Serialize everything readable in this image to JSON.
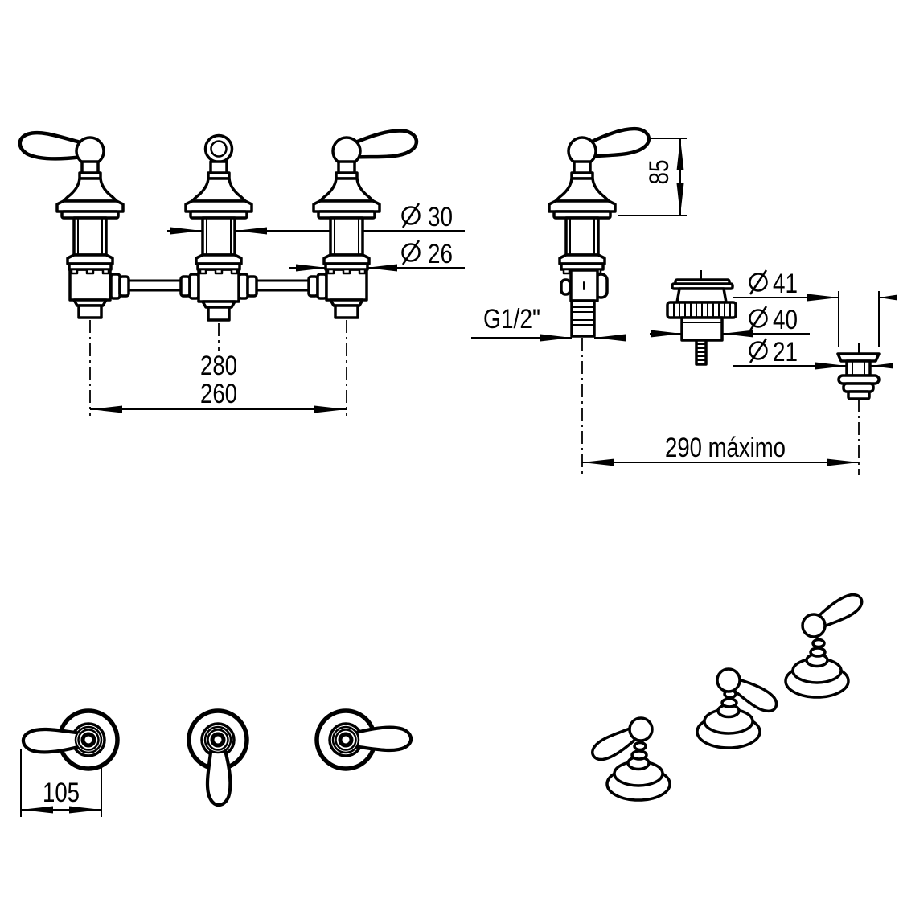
{
  "colors": {
    "line": "#000000",
    "background": "#ffffff"
  },
  "front_view": {
    "dim_stem_diameter": {
      "symbol": "⌀",
      "value": "30"
    },
    "dim_shank_diameter": {
      "symbol": "⌀",
      "value": "26"
    },
    "dim_spread_max": "280",
    "dim_spread_min": "260"
  },
  "side_view": {
    "dim_handle_height": "85",
    "dim_inlet_thread": "G1/2\"",
    "dim_drain_reach": "290 máximo"
  },
  "drain_view": {
    "dim_plug_flange_diameter": {
      "symbol": "⌀",
      "value": "41"
    },
    "dim_plug_body_diameter": {
      "symbol": "⌀",
      "value": "40"
    },
    "dim_tailpiece_diameter": {
      "symbol": "⌀",
      "value": "21"
    }
  },
  "plan_view": {
    "dim_handle_length": "105"
  }
}
